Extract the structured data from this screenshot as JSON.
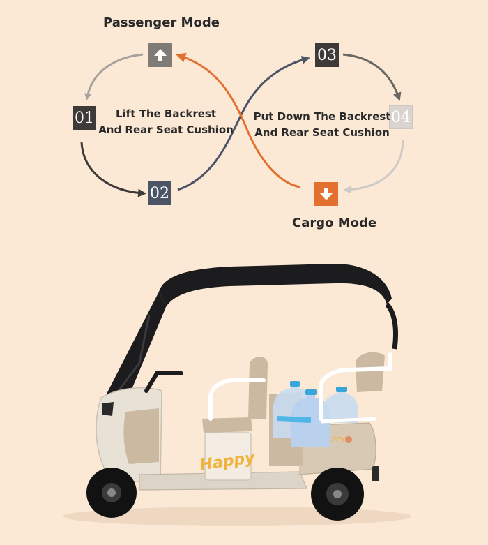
{
  "diagram": {
    "passenger_mode": "Passenger Mode",
    "cargo_mode": "Cargo Mode",
    "left_instruction_line1": "Lift The Backrest",
    "left_instruction_line2": "And Rear Seat Cushion",
    "right_instruction_line1": "Put Down The Backrest",
    "right_instruction_line2": "And Rear Seat Cushion",
    "steps": [
      "01",
      "02",
      "03",
      "04"
    ],
    "colors": {
      "background": "#fbe9d6",
      "orange": "#e3702f",
      "dark": "#3d3a38",
      "steel_blue": "#4b5566",
      "light_grey": "#d9d4cf"
    },
    "icons": [
      "up-arrow-icon",
      "down-arrow-icon"
    ]
  },
  "vehicle": {
    "seat_decal": "Happy",
    "rear_decal": "HAPPY"
  }
}
